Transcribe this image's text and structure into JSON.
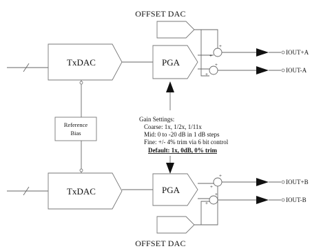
{
  "labels": {
    "offset_dac_top": "OFFSET DAC",
    "offset_dac_bottom": "OFFSET DAC",
    "txdac_top": "TxDAC",
    "txdac_bottom": "TxDAC",
    "pga_top": "PGA",
    "pga_bottom": "PGA",
    "reference_bias_line1": "Reference",
    "reference_bias_line2": "Bias"
  },
  "outputs": {
    "iout_plus_a": "IOUT+A",
    "iout_minus_a": "IOUT-A",
    "iout_plus_b": "IOUT+B",
    "iout_minus_b": "IOUT-B"
  },
  "gain_settings": {
    "title": "Gain Settings:",
    "coarse": "Coarse: 1x, 1/2x, 1/11x",
    "mid": "Mid: 0 to -20 dB in 1 dB steps",
    "fine": "Fine: +/- 4% trim via 6 bit control",
    "default": "Default: 1x, 0dB, 0% trim"
  },
  "signs": {
    "plus": "+",
    "minus": "-"
  }
}
